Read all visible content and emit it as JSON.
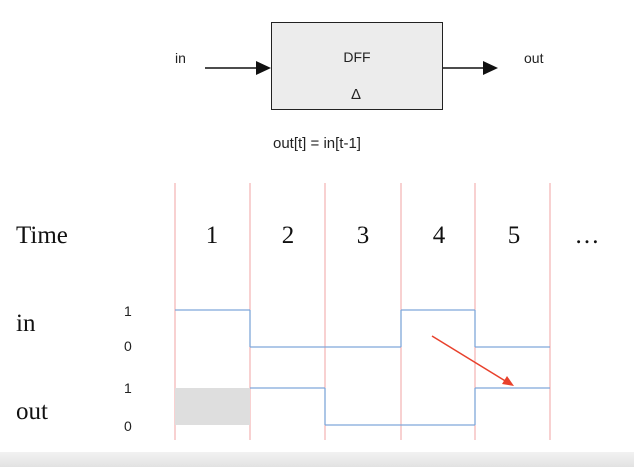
{
  "block": {
    "input_label": "in",
    "output_label": "out",
    "name": "DFF",
    "clock_symbol": "Δ"
  },
  "equation": "out[t] = in[t-1]",
  "timing": {
    "title": "Time",
    "time_labels": [
      "1",
      "2",
      "3",
      "4",
      "5",
      "…"
    ],
    "signals": [
      {
        "name": "in",
        "high_label": "1",
        "low_label": "0",
        "values": [
          1,
          0,
          0,
          1,
          0
        ]
      },
      {
        "name": "out",
        "high_label": "1",
        "low_label": "0",
        "values": [
          null,
          1,
          0,
          0,
          1
        ]
      }
    ]
  },
  "colors": {
    "waveform": "#7fa7d9",
    "grid_line": "#f2a3a3",
    "arrow": "#e8412c",
    "undefined_fill": "#dedede"
  }
}
